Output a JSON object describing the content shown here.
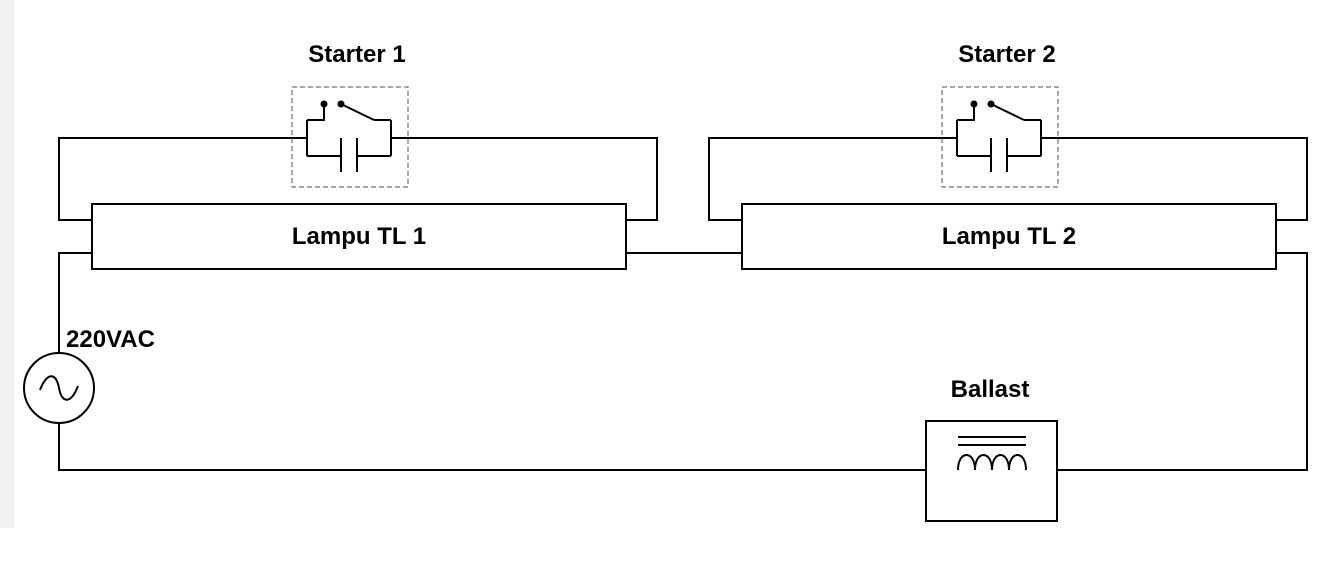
{
  "labels": {
    "starter1": "Starter 1",
    "starter2": "Starter 2",
    "lamp1": "Lampu TL 1",
    "lamp2": "Lampu TL 2",
    "source": "220VAC",
    "ballast": "Ballast"
  }
}
